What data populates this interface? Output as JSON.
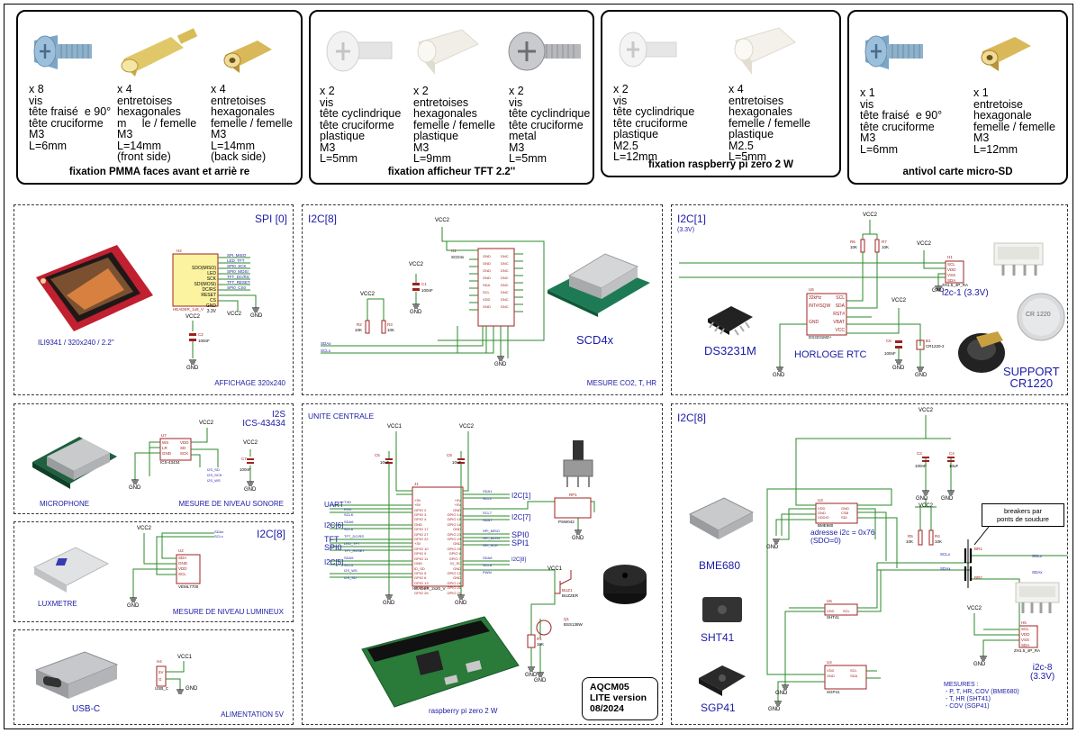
{
  "hardware": [
    {
      "title": "fixation PMMA faces avant et arriè re",
      "items": [
        {
          "icon": "countersunk-screw-icon",
          "text": "x 8\nvis\ntête fraisé  e 90°\ntête cruciforme\nM3\nL=6mm"
        },
        {
          "icon": "brass-standoff-male-female-icon",
          "text": "x 4\nentretoises\nhexagonales\nm     le / femelle\nM3\nL=14mm\n(front side)"
        },
        {
          "icon": "brass-standoff-female-female-icon",
          "text": "x 4\nentretoises\nhexagonales\nfemelle / femelle\nM3\nL=14mm\n(back side)"
        }
      ]
    },
    {
      "title": "fixation afficheur TFT 2.2''",
      "items": [
        {
          "icon": "plastic-screw-icon",
          "text": "x 2\nvis\ntête cyclindrique\ntête cruciforme\nplastique\nM3\nL=5mm"
        },
        {
          "icon": "plastic-standoff-icon",
          "text": "x 2\nentretoises\nhexagonales\nfemelle / femelle\nplastique\nM3\nL=9mm"
        },
        {
          "icon": "metal-screw-icon",
          "text": "x 2\nvis\ntête cyclindrique\ntête cruciforme\nmetal\nM3\nL=5mm"
        }
      ]
    },
    {
      "title": "fixation raspberry pi zero 2 W",
      "items": [
        {
          "icon": "plastic-screw-icon",
          "text": "x 2\nvis\ntête cyclindrique\ntête cruciforme\nplastique\nM2.5\nL=12mm"
        },
        {
          "icon": "plastic-standoff-icon",
          "text": "x 4\nentretoises\nhexagonales\nfemelle / femelle\nplastique\nM2.5\nL=5mm"
        }
      ]
    },
    {
      "title": "antivol carte micro-SD",
      "items": [
        {
          "icon": "countersunk-screw-icon",
          "text": "x 1\nvis\ntête fraisé  e 90°\ntête cruciforme\nM3\nL=6mm"
        },
        {
          "icon": "brass-standoff-female-female-icon",
          "text": "x 1\nentretoise\nhexagonale\nfemelle / femelle\nM3\nL=12mm"
        }
      ]
    }
  ],
  "sections": {
    "spi0": {
      "header": "SPI [0]",
      "caption": "ILI9341 / 320x240 / 2.2\"",
      "footer": "AFFICHAGE 320x240",
      "vcc": "VCC2",
      "gnd": "GND",
      "ref": "H2",
      "ref_name": "HEADER_1x9_V",
      "cap": "C2",
      "cap_val": "100nF",
      "pins": [
        "SDO(MISO)",
        "LED",
        "SCK",
        "SDI(MOSI)",
        "DC/RS",
        "RESET",
        "CS",
        "GND",
        "3.3V"
      ]
    },
    "i2c8_co2": {
      "header": "I2C[8]",
      "part": "SCD4x",
      "footer": "MESURE CO2, T, HR",
      "vcc": "VCC2",
      "gnd": "GND",
      "ref": "U1",
      "ref_name": "SCD4x",
      "cap": "C1",
      "cap_val": "100nF",
      "r2": "R2",
      "r3": "R3",
      "rval": "10K",
      "sig1": "SDAx",
      "sig2": "SCLx"
    },
    "i2c1": {
      "header": "I2C[1]",
      "sub": "(3.3V)",
      "part1": "DS3231M",
      "part2": "HORLOGE RTC",
      "part3": "SUPPORT\nCR1220",
      "conn": "i2c-1 (3.3V)",
      "conn_ref": "H1",
      "conn_name": "ZH1.5_4P_RA",
      "rtc_ref": "U6",
      "rtc_name": "DS3231MZ+",
      "bat_ref": "B1",
      "bat_name": "CR1220-2",
      "vcc": "VCC2",
      "gnd": "GND",
      "r6": "R6",
      "r7": "R7",
      "rval": "10K",
      "cap": "C6",
      "cap_val": "100nF",
      "coin_label": "CR 1220",
      "rtc_pins": [
        "32kHz",
        "INT#/SQW",
        "GND",
        "SCL",
        "SDA",
        "RST#",
        "VBAT",
        "VCC"
      ],
      "conn_pins": [
        "SCL",
        "VDD",
        "VSS",
        "SDA"
      ]
    },
    "i2s": {
      "header": "I2S",
      "sub": "ICS-43434",
      "part": "MICROPHONE",
      "footer": "MESURE DE NIVEAU SONORE",
      "vcc": "VCC2",
      "gnd": "GND",
      "ref": "U7",
      "ref_name": "ICS-43434",
      "cap": "C7",
      "cap_val": "100nF",
      "pins": [
        "WS",
        "LR",
        "GND",
        "SD",
        "SCK",
        "VDD"
      ]
    },
    "i2c8_lux": {
      "header": "I2C[8]",
      "part": "LUXMETRE",
      "footer": "MESURE DE NIVEAU LUMINEUX",
      "vcc": "VCC2",
      "gnd": "GND",
      "ref": "U2",
      "ref_name": "VEML7700",
      "pins": [
        "SDA",
        "GND",
        "VDD",
        "SCL"
      ]
    },
    "usbc": {
      "part": "USB-C",
      "footer": "ALIMENTATION 5V",
      "vcc": "VCC1",
      "gnd": "GND",
      "ref": "H4",
      "ref_name": "USB_C"
    },
    "central": {
      "header": "UNITE CENTRALE",
      "footer": "raspberry pi zero 2 W",
      "vcc1": "VCC1",
      "vcc2": "VCC2",
      "gnd": "GND",
      "ref": "J1",
      "ref_name": "HEADER_2x20_V",
      "left_labels": [
        "UART",
        "I2C[6]",
        "TFT",
        "SPI0",
        "I2C[5]"
      ],
      "right_labels": [
        "I2C[1]",
        "I2C[7]",
        "SPI0",
        "SPI1",
        "I2C[8]"
      ],
      "left_pins": [
        "+3V",
        "+5V",
        "GPIO 2",
        "GPIO 3",
        "GPIO 4",
        "GND",
        "GPIO 17",
        "GPIO 27",
        "GPIO 22",
        "+3V",
        "GPIO 10",
        "GPIO 9",
        "GPIO 11",
        "GND",
        "ID_SD",
        "GPIO 5",
        "GPIO 6",
        "GPIO 13",
        "GPIO 19",
        "GPIO 26"
      ],
      "right_pins": [
        "+5V",
        "+5V",
        "GND",
        "GPIO 14",
        "GPIO 15",
        "GPIO 18",
        "GND",
        "GPIO 23",
        "GPIO 24",
        "GND",
        "GPIO 25",
        "GPIO 8",
        "GPIO 7",
        "ID_SC",
        "GND",
        "GPIO 12",
        "GND",
        "GPIO 16",
        "GPIO 20",
        "GPIO 21"
      ],
      "enc_ref": "RP1",
      "enc_name": "PSW042",
      "buz_ref": "BUZ1",
      "buz_name": "BUZZER",
      "q_ref": "Q1",
      "q_name": "BSS138W",
      "r_ref": "R1",
      "r_val": "10K",
      "c5": "C5",
      "c8": "C8",
      "c_val": "10uF"
    },
    "i2c8_env": {
      "header": "I2C[8]",
      "part1": "BME680",
      "part2": "SHT41",
      "part3": "SGP41",
      "addr": "adresse i2c = 0x76\n(SDO=0)",
      "breakers": "breakers par\nponts de soudure",
      "conn": "i2c-8\n(3.3V)",
      "conn_ref": "H5",
      "conn_name": "ZH1.5_4P_RA",
      "br1": "BR1",
      "br2": "BR2",
      "r5": "R5",
      "r4": "R4",
      "rval": "10K",
      "c3": "C3",
      "c4": "C4",
      "c3_val": "100nF",
      "c4_val": "10uF",
      "vcc": "VCC2",
      "gnd": "GND",
      "u3": "U3",
      "u3_name": "BME680",
      "u5": "U5",
      "u5_name": "SHT41",
      "u4": "U4",
      "u4_name": "SGP41",
      "sig1": "SCLx",
      "sig2": "SDAx",
      "sig3": "SCL",
      "sig4": "SDA",
      "mesures": "MESURES :\n - P, T, HR, COV (BME680)\n - T, HR (SHT41)\n - COV (SGP41)"
    }
  },
  "version": {
    "line1": "AQCM05",
    "line2": "LITE version",
    "line3": "08/2024"
  }
}
